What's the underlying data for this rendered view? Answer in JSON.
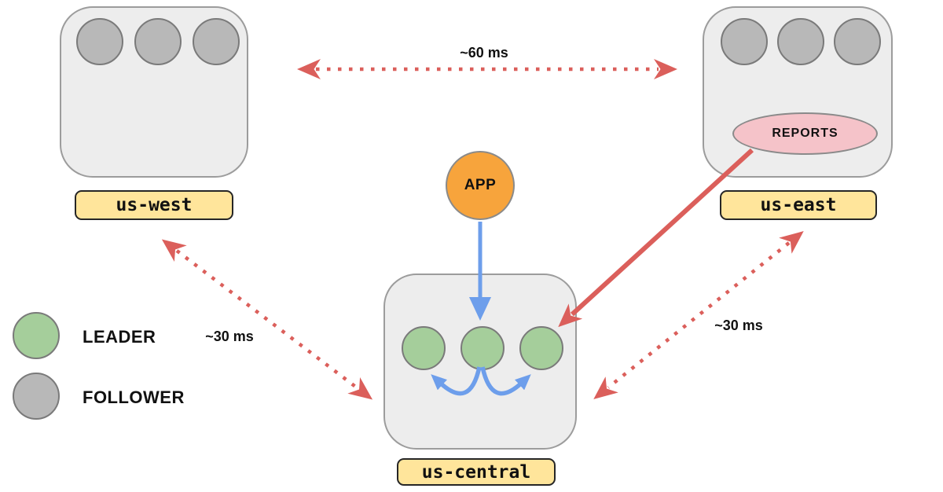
{
  "regions": [
    {
      "id": "us-west",
      "label": "us-west",
      "nodes": [
        "FOLLOWER",
        "FOLLOWER",
        "FOLLOWER"
      ]
    },
    {
      "id": "us-east",
      "label": "us-east",
      "nodes": [
        "FOLLOWER",
        "FOLLOWER",
        "FOLLOWER"
      ]
    },
    {
      "id": "us-central",
      "label": "us-central",
      "nodes": [
        "LEADER",
        "LEADER",
        "LEADER"
      ]
    }
  ],
  "app": {
    "label": "APP"
  },
  "reports": {
    "label": "REPORTS"
  },
  "connections": [
    {
      "from": "us-west",
      "to": "us-east",
      "type": "dotted-double-arrow",
      "label": "~60 ms",
      "color": "#DB5F5B"
    },
    {
      "from": "us-west",
      "to": "us-central",
      "type": "dotted-double-arrow",
      "label": "~30 ms",
      "color": "#DB5F5B"
    },
    {
      "from": "us-east",
      "to": "us-central",
      "type": "dotted-double-arrow",
      "label": "~30 ms",
      "color": "#DB5F5B"
    },
    {
      "from": "REPORTS",
      "to": "us-central-leader",
      "type": "solid-arrow",
      "label": "",
      "color": "#DB5F5B"
    },
    {
      "from": "APP",
      "to": "us-central-leader",
      "type": "solid-arrow",
      "label": "",
      "color": "#6D9EEB"
    },
    {
      "from": "us-central-leader-middle",
      "to": "us-central-leader-left",
      "type": "curved-arrow",
      "label": "",
      "color": "#6D9EEB"
    },
    {
      "from": "us-central-leader-middle",
      "to": "us-central-leader-right",
      "type": "curved-arrow",
      "label": "",
      "color": "#6D9EEB"
    }
  ],
  "legend": [
    {
      "label": "LEADER",
      "color": "#A5CE9B"
    },
    {
      "label": "FOLLOWER",
      "color": "#B8B8B8"
    }
  ],
  "colors": {
    "region_fill": "#EDEDED",
    "region_border": "#9C9C9C",
    "follower_fill": "#B8B8B8",
    "leader_fill": "#A5CE9B",
    "node_border": "#7A7A7A",
    "app_fill": "#F7A43C",
    "reports_fill": "#F5C3C9",
    "region_label_fill": "#FFE59B",
    "latency_arrow": "#DB5F5B",
    "replication_arrow": "#6D9EEB"
  }
}
